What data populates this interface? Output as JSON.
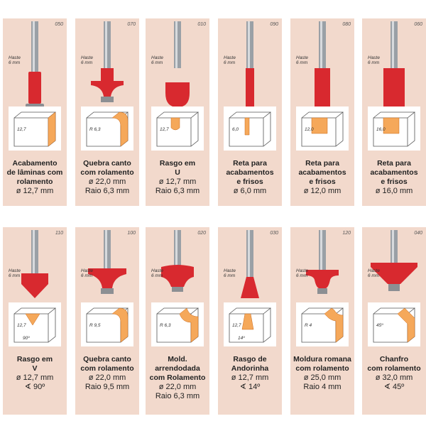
{
  "haste_label": "Haste",
  "haste_size": "6 mm",
  "rows": [
    [
      {
        "code": "050",
        "name": [
          "Acabamento",
          "de lâminas com",
          "rolamento"
        ],
        "specs": [
          "ø 12,7 mm"
        ],
        "dims": [
          "12,7"
        ],
        "profile": "flush",
        "color": "#d8292f"
      },
      {
        "code": "070",
        "name": [
          "Quebra canto",
          "com rolamento"
        ],
        "specs": [
          "ø 22,0 mm",
          "Raio 6,3 mm"
        ],
        "dims": [
          "R 6,3"
        ],
        "profile": "roundover",
        "color": "#d8292f"
      },
      {
        "code": "010",
        "name": [
          "Rasgo em",
          "U"
        ],
        "specs": [
          "ø 12,7 mm",
          "Raio 6,3 mm"
        ],
        "dims": [
          "12,7"
        ],
        "profile": "ubit",
        "color": "#d8292f"
      },
      {
        "code": "090",
        "name": [
          "Reta para",
          "acabamentos",
          "e frisos"
        ],
        "specs": [
          "ø 6,0 mm"
        ],
        "dims": [
          "6,0"
        ],
        "profile": "straight-s",
        "color": "#d8292f"
      },
      {
        "code": "080",
        "name": [
          "Reta para",
          "acabamentos",
          "e frisos"
        ],
        "specs": [
          "ø 12,0 mm"
        ],
        "dims": [
          "12,0"
        ],
        "profile": "straight-m",
        "color": "#d8292f"
      },
      {
        "code": "060",
        "name": [
          "Reta para",
          "acabamentos",
          "e frisos"
        ],
        "specs": [
          "ø 16,0 mm"
        ],
        "dims": [
          "16,0"
        ],
        "profile": "straight-l",
        "color": "#d8292f"
      }
    ],
    [
      {
        "code": "110",
        "name": [
          "Rasgo em",
          "V"
        ],
        "specs": [
          "ø 12,7 mm",
          "∢ 90º"
        ],
        "dims": [
          "12,7",
          "90º"
        ],
        "profile": "vbit",
        "color": "#d8292f"
      },
      {
        "code": "100",
        "name": [
          "Quebra canto",
          "com rolamento"
        ],
        "specs": [
          "ø 22,0 mm",
          "Raio 9,5 mm"
        ],
        "dims": [
          "R 9,5"
        ],
        "profile": "roundover2",
        "color": "#d8292f"
      },
      {
        "code": "020",
        "name": [
          "Mold. arrendodada",
          "com Rolamento"
        ],
        "specs": [
          "ø 22,0 mm",
          "Raio 6,3 mm"
        ],
        "dims": [
          "R 6,3"
        ],
        "profile": "cove",
        "color": "#d8292f"
      },
      {
        "code": "030",
        "name": [
          "Rasgo de",
          "Andorinha"
        ],
        "specs": [
          "ø 12,7 mm",
          "∢ 14º"
        ],
        "dims": [
          "12,7",
          "14º"
        ],
        "profile": "dovetail",
        "color": "#d8292f"
      },
      {
        "code": "120",
        "name": [
          "Moldura romana",
          "com rolamento"
        ],
        "specs": [
          "ø 25,0 mm",
          "Raio 4 mm"
        ],
        "dims": [
          "R 4"
        ],
        "profile": "ogee",
        "color": "#d8292f"
      },
      {
        "code": "040",
        "name": [
          "Chanfro",
          "com rolamento"
        ],
        "specs": [
          "ø 32,0 mm",
          "∢ 45º"
        ],
        "dims": [
          "45º"
        ],
        "profile": "chamfer",
        "color": "#d8292f"
      }
    ]
  ]
}
